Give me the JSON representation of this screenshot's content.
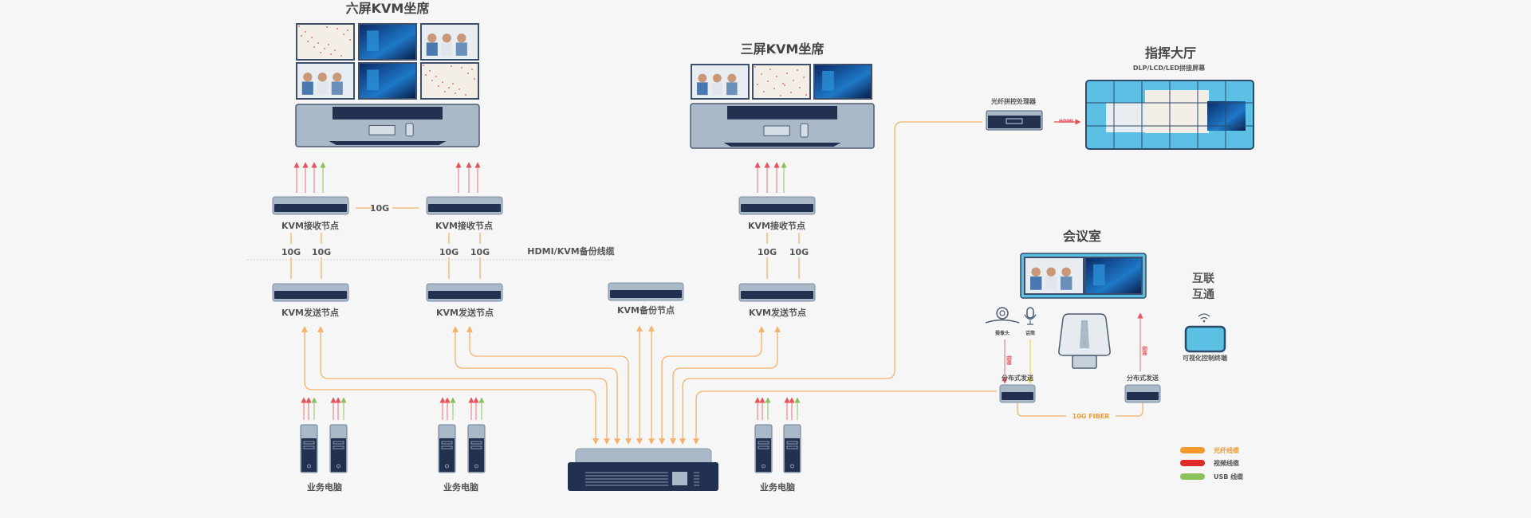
{
  "six_screen": {
    "title": "六屏KVM坐席"
  },
  "three_screen": {
    "title": "三屏KVM坐席"
  },
  "command_hall": {
    "title": "指挥大厅",
    "subtitle": "DLP/LCD/LED拼接屏幕",
    "processor_label": "光纤拼控处理器",
    "hdmi_label": "HDMI"
  },
  "receive_nodes": [
    {
      "label": "KVM接收节点"
    },
    {
      "label": "KVM接收节点"
    },
    {
      "label": "KVM接收节点"
    }
  ],
  "send_nodes": [
    {
      "label": "KVM发送节点"
    },
    {
      "label": "KVM发送节点"
    },
    {
      "label": "KVM发送节点"
    }
  ],
  "backup_node": {
    "label": "KVM备份节点"
  },
  "link_10g": "10G",
  "backup_cable_label": "HDMI/KVM备份线缆",
  "pc_groups": [
    {
      "label": "业务电脑"
    },
    {
      "label": "业务电脑"
    },
    {
      "label": "业务电脑"
    }
  ],
  "conference": {
    "title": "会议室",
    "camera_label": "摄像头",
    "mic_label": "话筒",
    "video_label": "视频",
    "sender_left": "分布式发送",
    "sender_right": "分布式发送",
    "fiber_label": "10G FIBER"
  },
  "interconnect": {
    "line1": "互联",
    "line2": "互通",
    "terminal_label": "可视化控制终端"
  },
  "legend": [
    {
      "label": "光纤线缆",
      "color": "#f39a2e"
    },
    {
      "label": "视频线缆",
      "color": "#e02a2a"
    },
    {
      "label": "USB 线缆",
      "color": "#8cc05a"
    }
  ],
  "colors": {
    "fiber": "#f6b26b",
    "video": "#f0868a",
    "usb": "#a3cc7a",
    "device_dark": "#22314f",
    "device_light": "#a9b9c8",
    "screen_blue": "#5bc0e4"
  }
}
